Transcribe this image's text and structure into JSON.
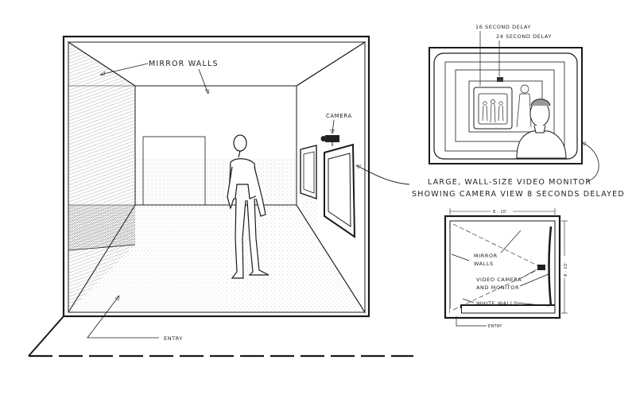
{
  "room": {
    "mirror_walls_label": "MIRROR WALLS",
    "camera_label": "CAMERA",
    "entry_label": "ENTRY"
  },
  "monitor": {
    "delay_16_label": "16 SECOND DELAY",
    "delay_24_label": "24 SECOND DELAY",
    "caption_line1": "LARGE, WALL-SIZE VIDEO MONITOR",
    "caption_line2": "SHOWING CAMERA VIEW 8 SECONDS DELAYED"
  },
  "plan": {
    "width_dim": "8 - 10'",
    "depth_dim": "8 - 10'",
    "mirror_walls_line1": "MIRROR",
    "mirror_walls_line2": "WALLS",
    "camera_monitor_line1": "VIDEO CAMERA",
    "camera_monitor_line2": "AND MONITOR",
    "white_walls_label": "WHITE WALLS",
    "entry_label": "ENTRY"
  }
}
